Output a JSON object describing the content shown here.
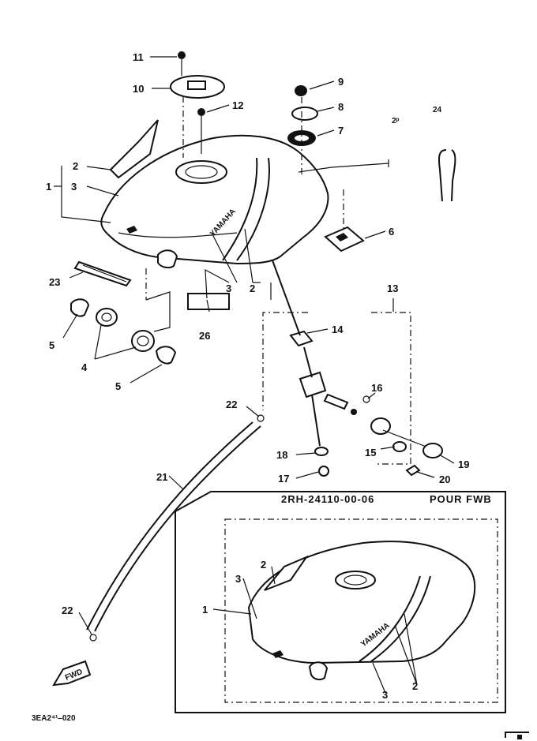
{
  "callouts": {
    "c1a": "1",
    "c2a": "2",
    "c3a": "3",
    "c2b": "2",
    "c3b": "3",
    "c4": "4",
    "c5a": "5",
    "c5b": "5",
    "c6": "6",
    "c7": "7",
    "c8": "8",
    "c9": "9",
    "c10": "10",
    "c11": "11",
    "c12": "12",
    "c13": "13",
    "c14": "14",
    "c15": "15",
    "c16": "16",
    "c17": "17",
    "c18": "18",
    "c19": "19",
    "c20": "20",
    "c21": "21",
    "c22a": "22",
    "c22b": "22",
    "c23": "23",
    "c26": "26",
    "inset1": "1",
    "inset2a": "2",
    "inset3a": "3",
    "inset2b": "2",
    "inset3b": "3"
  },
  "inset": {
    "part_number": "2RH-24110-00-06",
    "variant": "POUR FWB"
  },
  "tank_brand": "YAMAHA",
  "fwd_label": "FWD",
  "figure_code": "3EA2⁴¹–020",
  "corner_marks": {
    "top_a": "2ᵖ",
    "top_b": "24"
  }
}
